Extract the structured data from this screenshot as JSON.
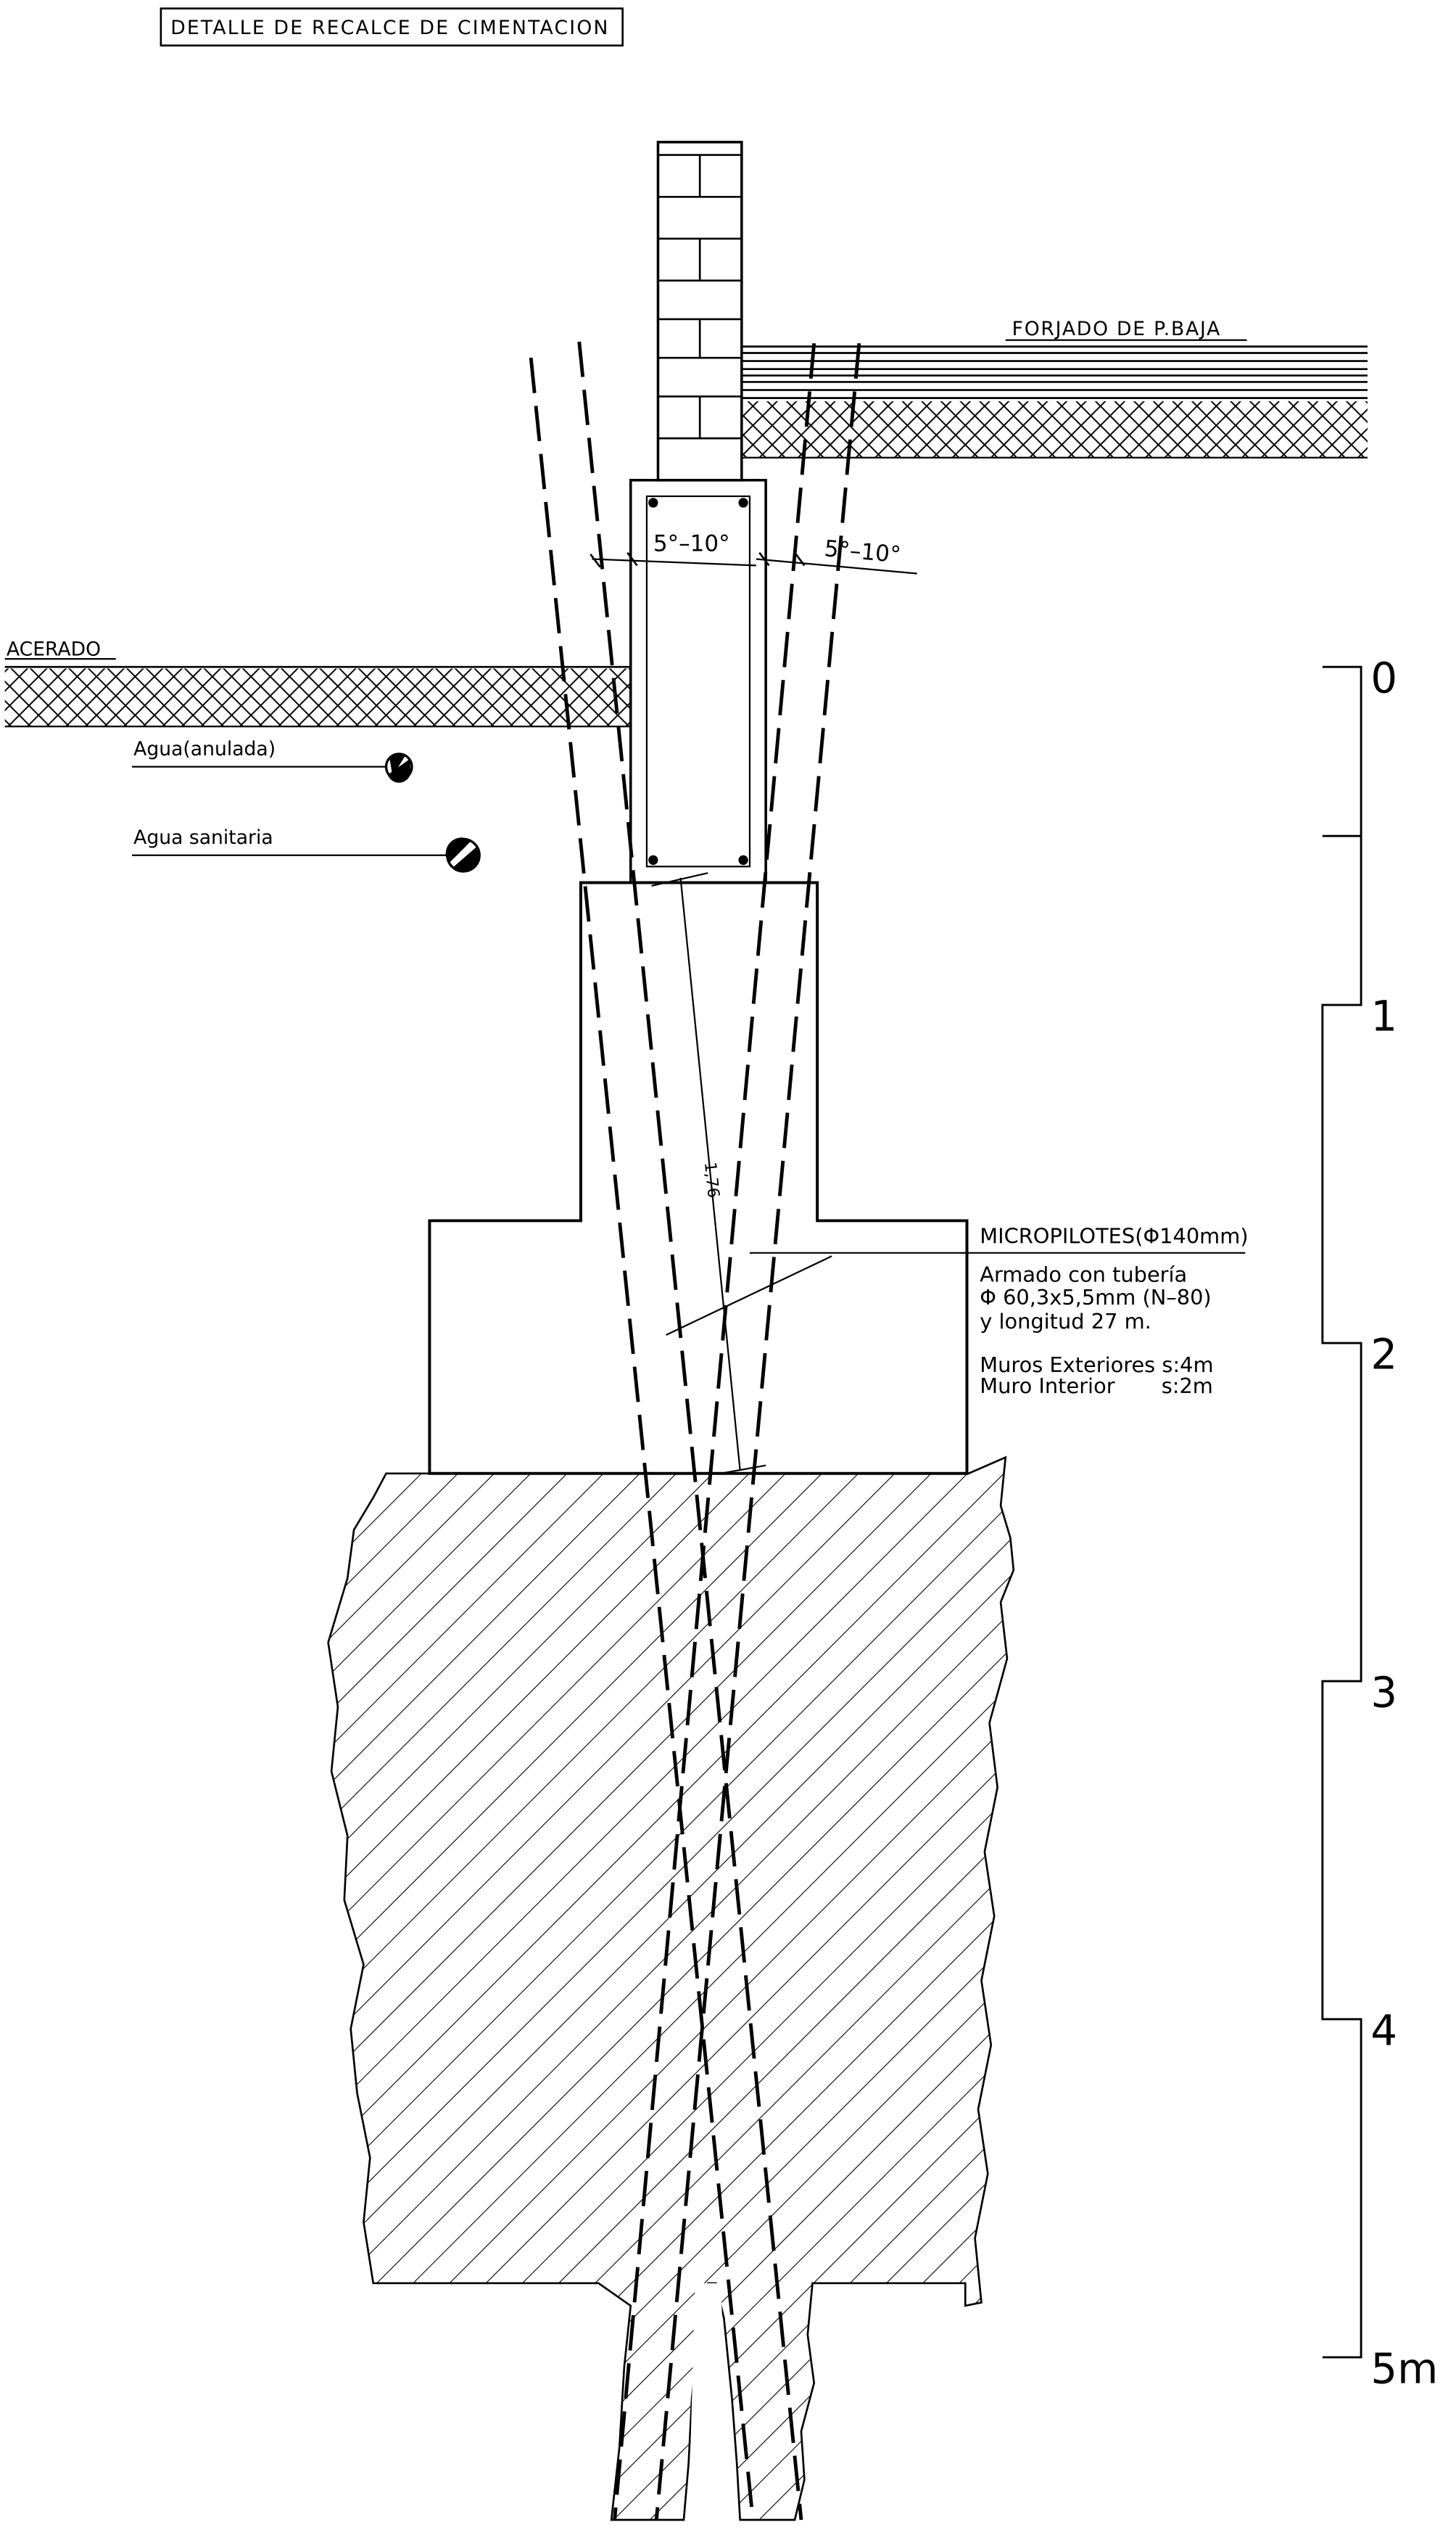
{
  "title": "DETALLE DE RECALCE DE CIMENTACION",
  "labels": {
    "forjado": "FORJADO DE P.BAJA",
    "acerado": "ACERADO",
    "agua_anulada": "Agua(anulada)",
    "agua_sanitaria": "Agua sanitaria",
    "angle_left": "5°–10°",
    "angle_right": "5°–10°",
    "dimension": "1,76"
  },
  "micropilotes": {
    "heading": "MICROPILOTES(Φ140mm)",
    "lines": [
      "Armado con tubería",
      "Φ 60,3x5,5mm (N–80)",
      "y longitud 27 m.",
      "",
      "Muros Exteriores s:4m",
      "Muro Interior       s:2m"
    ]
  },
  "scale": {
    "ticks": [
      "0",
      "1",
      "2",
      "3",
      "4",
      "5m"
    ]
  }
}
